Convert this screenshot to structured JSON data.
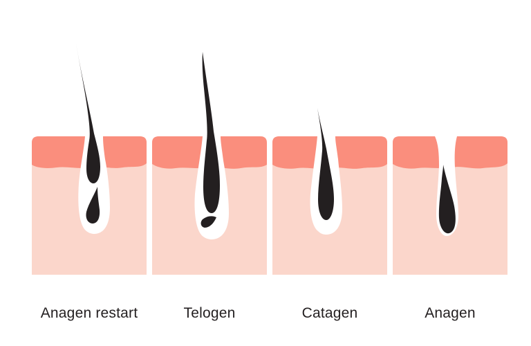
{
  "diagram": {
    "stages": [
      {
        "id": "anagen-restart",
        "label": "Anagen restart"
      },
      {
        "id": "telogen",
        "label": "Telogen"
      },
      {
        "id": "catagen",
        "label": "Catagen"
      },
      {
        "id": "anagen",
        "label": "Anagen"
      }
    ]
  },
  "colors": {
    "background": "#FFFFFF",
    "epidermis": "#FA8E7D",
    "dermis": "#FBD6CB",
    "follicle_pocket": "#FFFFFF",
    "hair": "#231F20",
    "label_text": "#231F20"
  }
}
